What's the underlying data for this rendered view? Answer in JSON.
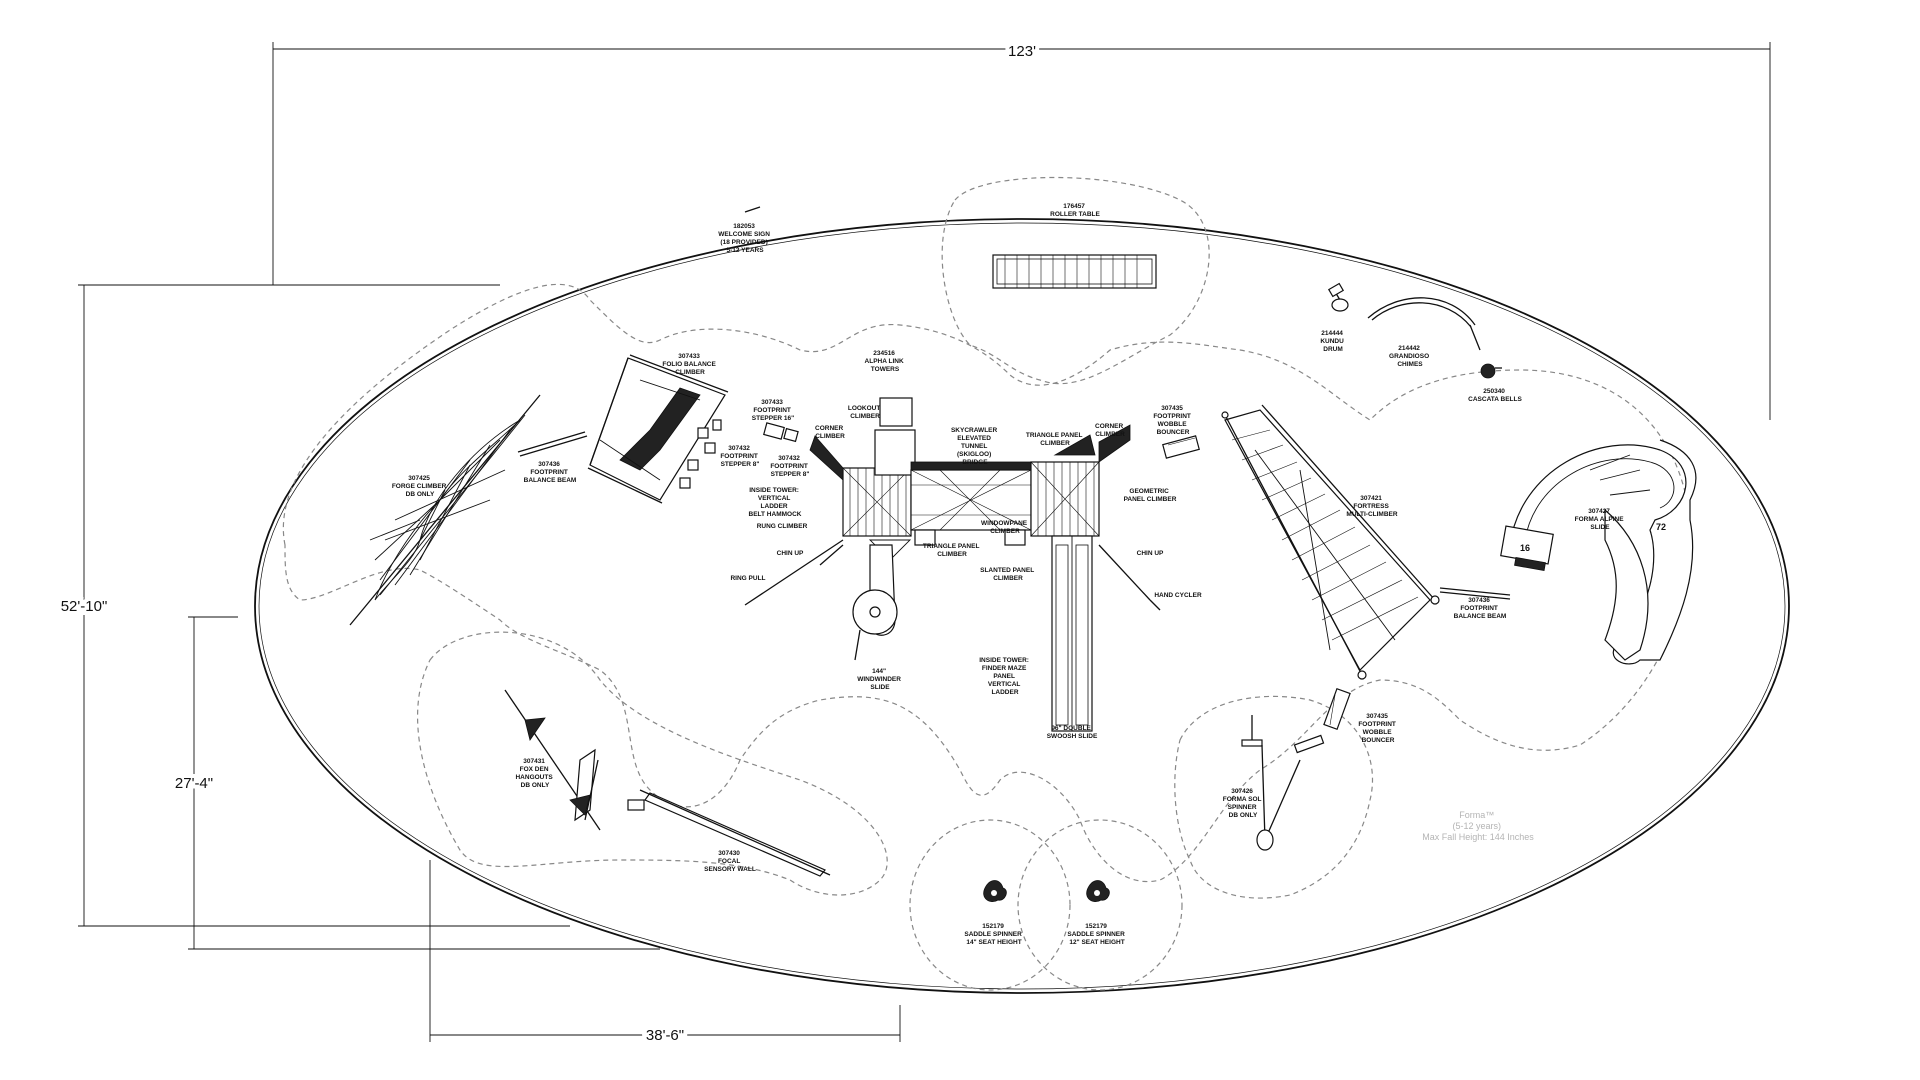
{
  "dimensions": {
    "overall_width": "123'",
    "overall_height": "52'-10\"",
    "inner_height": "27'-4\"",
    "inner_width": "38'-6\""
  },
  "legend": {
    "line1": "Forma™",
    "line2": "(5-12 years)",
    "line3": "Max Fall Height: 144 Inches"
  },
  "slide_numbers": {
    "left": "16",
    "right": "72"
  },
  "labels": {
    "welcome_sign": [
      "182053",
      "WELCOME SIGN",
      "(18 PROVIDED)",
      "5-12 YEARS"
    ],
    "roller_table": [
      "176457",
      "ROLLER TABLE"
    ],
    "kundu_drum": [
      "214444",
      "KUNDU",
      "DRUM"
    ],
    "grandioso_chimes": [
      "214442",
      "GRANDIOSO",
      "CHIMES"
    ],
    "cascata_bells": [
      "250340",
      "CASCATA BELLS"
    ],
    "folio_balance": [
      "307433",
      "FOLIO BALANCE",
      "CLIMBER"
    ],
    "alpha_link": [
      "234516",
      "ALPHA LINK",
      "TOWERS"
    ],
    "stepper_16": [
      "307433",
      "FOOTPRINT",
      "STEPPER 16\""
    ],
    "stepper_8a": [
      "307432",
      "FOOTPRINT",
      "STEPPER 8\""
    ],
    "stepper_8b": [
      "307432",
      "FOOTPRINT",
      "STEPPER 8\""
    ],
    "forge_climber": [
      "307425",
      "FORGE CLIMBER",
      "DB ONLY"
    ],
    "balance_beam_left": [
      "307436",
      "FOOTPRINT",
      "BALANCE BEAM"
    ],
    "inside_tower_ladder": [
      "INSIDE TOWER:",
      "VERTICAL",
      "LADDER",
      "BELT HAMMOCK"
    ],
    "lookout_climber": [
      "LOOKOUT",
      "CLIMBER"
    ],
    "corner_climber_left": [
      "CORNER",
      "CLIMBER"
    ],
    "skycrawler": [
      "SKYCRAWLER",
      "ELEVATED",
      "TUNNEL",
      "(SKIGLOO)",
      "BRIDGE"
    ],
    "triangle_panel_top": [
      "TRIANGLE PANEL",
      "CLIMBER"
    ],
    "corner_climber_right": [
      "CORNER",
      "CLIMBER"
    ],
    "wobble_bouncer_top": [
      "307435",
      "FOOTPRINT",
      "WOBBLE",
      "BOUNCER"
    ],
    "rung_climber": [
      "RUNG CLIMBER"
    ],
    "windowpane_climber": [
      "WINDOWPANE",
      "CLIMBER"
    ],
    "geometric_panel": [
      "GEOMETRIC",
      "PANEL CLIMBER"
    ],
    "fortress": [
      "307421",
      "FORTRESS",
      "MULTI-CLIMBER"
    ],
    "alpine_slide": [
      "307427",
      "FORMA ALPINE",
      "SLIDE"
    ],
    "chin_up_left": [
      "CHIN UP"
    ],
    "triangle_panel_bottom": [
      "TRIANGLE PANEL",
      "CLIMBER"
    ],
    "slanted_panel": [
      "SLANTED PANEL",
      "CLIMBER"
    ],
    "chin_up_right": [
      "CHIN UP"
    ],
    "ring_pull": [
      "RING PULL"
    ],
    "hand_cycler": [
      "HAND CYCLER"
    ],
    "balance_beam_right": [
      "307436",
      "FOOTPRINT",
      "BALANCE BEAM"
    ],
    "windwinder_slide": [
      "144\"",
      "WINDWINDER",
      "SLIDE"
    ],
    "inside_tower_finder": [
      "INSIDE TOWER:",
      "FINDER MAZE",
      "PANEL",
      "VERTICAL",
      "LADDER"
    ],
    "double_swoosh": [
      "96\" DOUBLE",
      "SWOOSH SLIDE"
    ],
    "wobble_bouncer_bottom": [
      "307435",
      "FOOTPRINT",
      "WOBBLE",
      "BOUNCER"
    ],
    "sol_spinner": [
      "307426",
      "FORMA SOL",
      "SPINNER",
      "DB ONLY"
    ],
    "fox_den": [
      "307431",
      "FOX DEN",
      "HANGOUTS",
      "DB ONLY"
    ],
    "focal_wall": [
      "307430",
      "FOCAL",
      "SENSORY WALL"
    ],
    "saddle_14": [
      "152179",
      "SADDLE SPINNER",
      "14\" SEAT HEIGHT"
    ],
    "saddle_12": [
      "152179",
      "SADDLE SPINNER",
      "12\" SEAT HEIGHT"
    ]
  }
}
